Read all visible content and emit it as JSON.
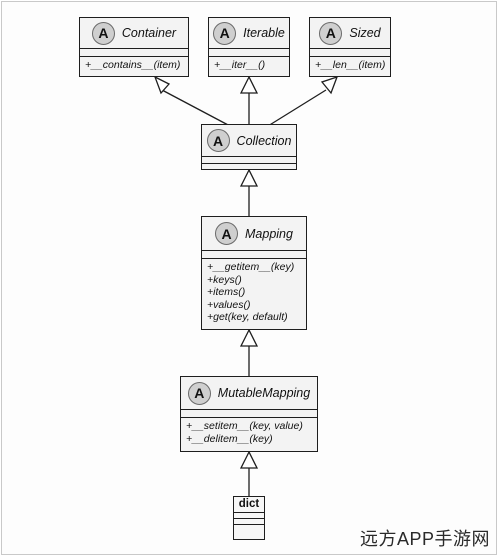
{
  "abstract_badge": "A",
  "classes": {
    "container": {
      "name": "Container",
      "methods": [
        "+__contains__(item)"
      ]
    },
    "iterable": {
      "name": "Iterable",
      "methods": [
        "+__iter__()"
      ]
    },
    "sized": {
      "name": "Sized",
      "methods": [
        "+__len__(item)"
      ]
    },
    "collection": {
      "name": "Collection",
      "methods": []
    },
    "mapping": {
      "name": "Mapping",
      "methods": [
        "+__getitem__(key)",
        "+keys()",
        "+items()",
        "+values()",
        "+get(key, default)"
      ]
    },
    "mutable_mapping": {
      "name": "MutableMapping",
      "methods": [
        "+__setitem__(key, value)",
        "+__delitem__(key)"
      ]
    },
    "dict": {
      "name": "dict"
    }
  },
  "watermark": "远方APP手游网"
}
